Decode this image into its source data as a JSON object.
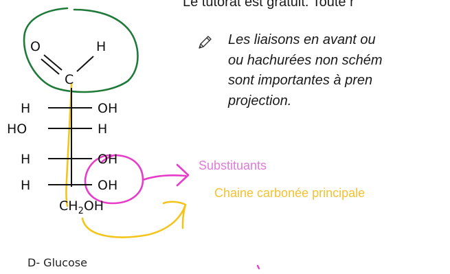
{
  "document": {
    "top_line": "Le tutorat est gratuit. Toute r",
    "note_lines": [
      "Les liaisons en avant ou",
      "ou hachurées non schém",
      "sont importantes à pren",
      "projection."
    ],
    "note_icon": "pencil-icon"
  },
  "molecule": {
    "aldehyde": {
      "o": "O",
      "h": "H",
      "c": "C"
    },
    "rows": [
      {
        "left": "H",
        "right": "OH"
      },
      {
        "left": "HO",
        "right": "H"
      },
      {
        "left": "H",
        "right": "OH"
      },
      {
        "left": "H",
        "right": "OH"
      }
    ],
    "bottom": {
      "prefix": "CH",
      "subscript": "2",
      "suffix": "OH"
    },
    "name": "D- Glucose"
  },
  "annotations": {
    "substituents_label": "Substituants",
    "main_chain_label": "Chaine carbonée principale",
    "colors": {
      "green": "#1f7a3a",
      "pink": "#e63cc7",
      "yellow": "#f3c51c",
      "label_pink": "#e07ad9",
      "label_yellow": "#f1c232"
    }
  }
}
